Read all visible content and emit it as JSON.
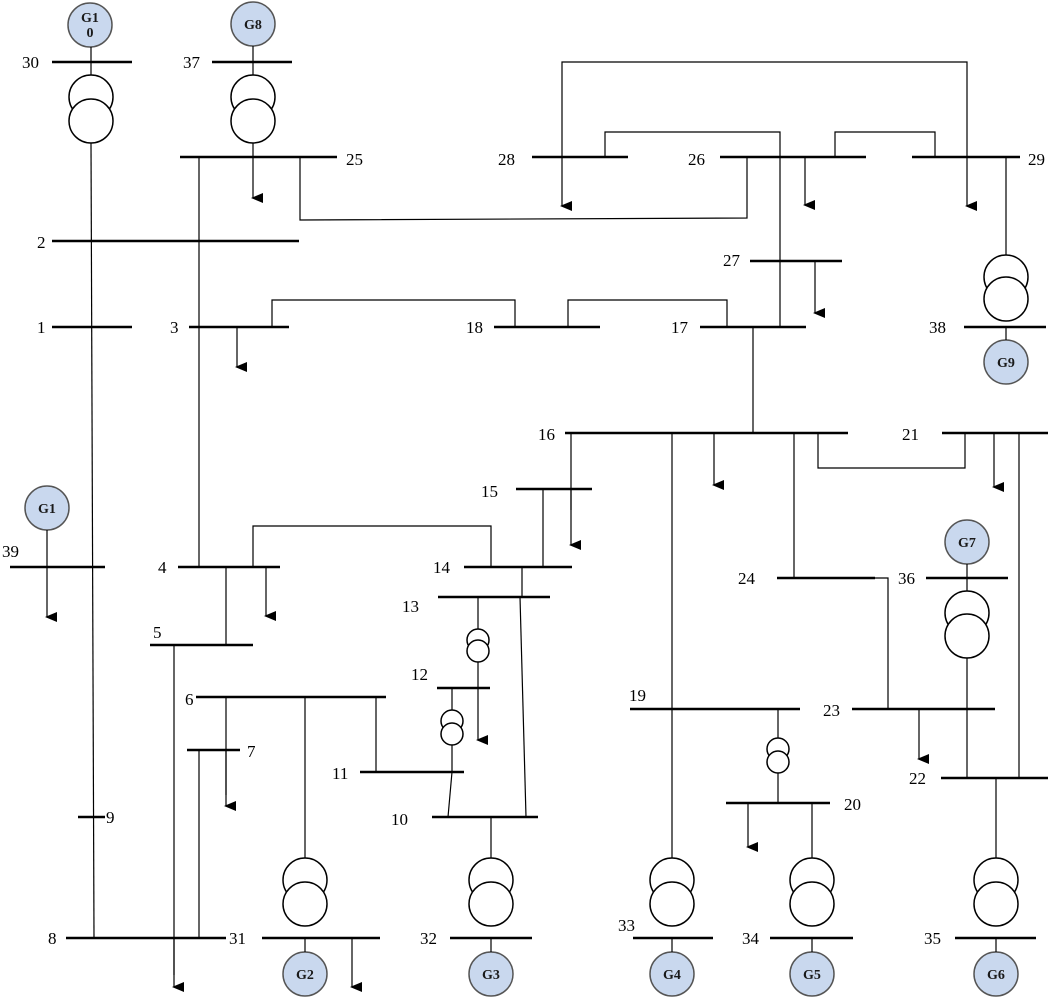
{
  "colors": {
    "line": "#000000",
    "generator_fill": "#c9d8ee",
    "generator_stroke": "#555555"
  },
  "buses": {
    "b1": "1",
    "b2": "2",
    "b3": "3",
    "b4": "4",
    "b5": "5",
    "b6": "6",
    "b7": "7",
    "b8": "8",
    "b9": "9",
    "b10": "10",
    "b11": "11",
    "b12": "12",
    "b13": "13",
    "b14": "14",
    "b15": "15",
    "b16": "16",
    "b17": "17",
    "b18": "18",
    "b19": "19",
    "b20": "20",
    "b21": "21",
    "b22": "22",
    "b23": "23",
    "b24": "24",
    "b25": "25",
    "b26": "26",
    "b27": "27",
    "b28": "28",
    "b29": "29",
    "b30": "30",
    "b31": "31",
    "b32": "32",
    "b33": "33",
    "b34": "34",
    "b35": "35",
    "b36": "36",
    "b37": "37",
    "b38": "38",
    "b39": "39"
  },
  "generators": {
    "g10": "G1 0",
    "g8": "G8",
    "g1": "G1",
    "g9": "G9",
    "g7": "G7",
    "g2": "G2",
    "g3": "G3",
    "g4": "G4",
    "g5": "G5",
    "g6": "G6"
  }
}
